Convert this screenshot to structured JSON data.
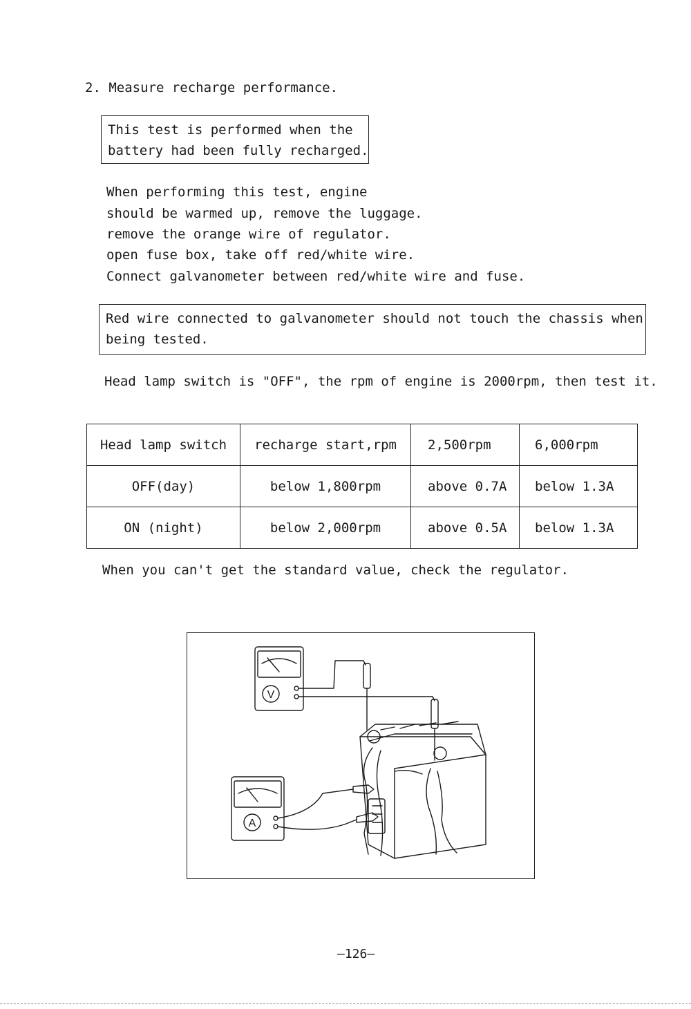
{
  "heading": "2. Measure recharge performance.",
  "note_box_1": {
    "lines": [
      "This test is performed when the",
      "battery had been fully recharged."
    ]
  },
  "instructions": [
    "When performing this test, engine",
    "should be warmed up, remove the luggage.",
    "remove the orange wire of regulator.",
    "open fuse box, take off red/white wire.",
    "Connect galvanometer between red/white wire and fuse."
  ],
  "note_box_2": {
    "lines": [
      "Red wire connected to galvanometer should not touch the chassis when",
      "being tested."
    ]
  },
  "test_condition": "Head lamp switch is \"OFF\", the rpm of engine is 2000rpm, then test it.",
  "table": {
    "headers": [
      "Head lamp switch",
      "recharge start,rpm",
      "2,500rpm",
      "6,000rpm"
    ],
    "rows": [
      [
        "OFF(day)",
        "below 1,800rpm",
        "above 0.7A",
        "below 1.3A"
      ],
      [
        "ON (night)",
        "below 2,000rpm",
        "above 0.5A",
        "below 1.3A"
      ]
    ]
  },
  "footer_note": "When you can't get the standard value, check the regulator.",
  "figure": {
    "voltmeter_symbol": "V",
    "ammeter_symbol": "A"
  },
  "page_number": "—126—"
}
